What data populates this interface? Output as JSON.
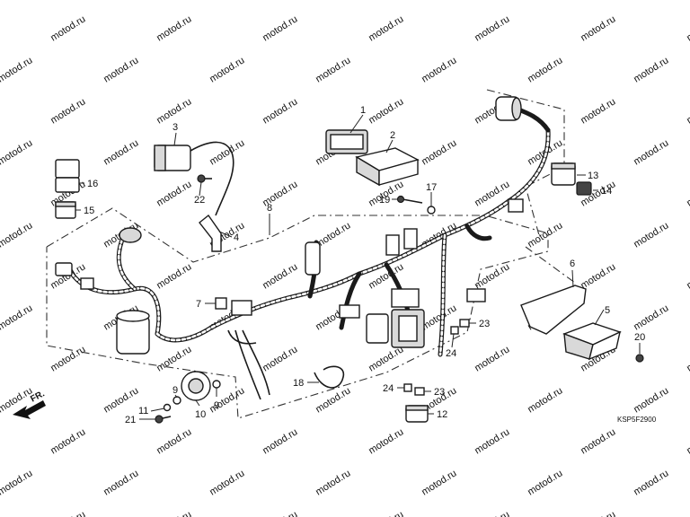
{
  "watermark": "motod.ru",
  "diagram_code": "KSP5F2900",
  "direction_label": "FR.",
  "callouts": {
    "c1": "1",
    "c2": "2",
    "c3": "3",
    "c4": "4",
    "c5": "5",
    "c6": "6",
    "c7": "7",
    "c8": "8",
    "c9a": "9",
    "c9b": "9",
    "c10": "10",
    "c11": "11",
    "c12": "12",
    "c13": "13",
    "c14": "14",
    "c15": "15",
    "c16": "16",
    "c17": "17",
    "c18": "18",
    "c19": "19",
    "c20": "20",
    "c21": "21",
    "c22": "22",
    "c23a": "23",
    "c23b": "23",
    "c24a": "24",
    "c24b": "24"
  }
}
